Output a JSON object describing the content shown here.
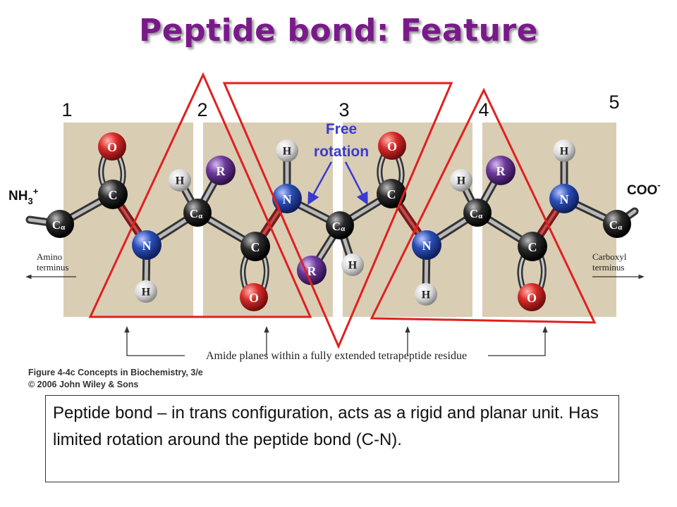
{
  "title": "Peptide bond: Feature",
  "numbers": [
    "1",
    "2",
    "3",
    "4",
    "5"
  ],
  "annotation": {
    "line1": "Free",
    "line2": "rotation"
  },
  "ends": {
    "nh3": "NH",
    "nh3_sub": "3",
    "nh3_sup": "+",
    "coo": "COO",
    "coo_sup": "-"
  },
  "terminus": {
    "amino1": "Amino",
    "amino2": "terminus",
    "carboxyl1": "Carboxyl",
    "carboxyl2": "terminus"
  },
  "bracket_label": "Amide planes within a fully extended tetrapeptide residue",
  "atoms": {
    "O": "O",
    "C": "C",
    "N": "N",
    "H": "H",
    "R": "R",
    "Ca": "C",
    "alpha": "α"
  },
  "figure_caption": {
    "line1": "Figure 4-4c  Concepts in Biochemistry, 3/e",
    "line2": "© 2006 John Wiley & Sons"
  },
  "description": "Peptide bond – in trans configuration, acts as a rigid and planar unit. Has limited rotation around the peptide bond (C-N).",
  "colors": {
    "title": "#7a1a8a",
    "triangle": "#e02020",
    "annotation": "#3a3ad0",
    "panel": "#d9cdb3",
    "oxygen": "#d82a2a",
    "nitrogen": "#2b4fb8",
    "carbon": "#2a2a2a",
    "hydrogen": "#dcdcdc",
    "rgroup": "#6b3a9a"
  }
}
